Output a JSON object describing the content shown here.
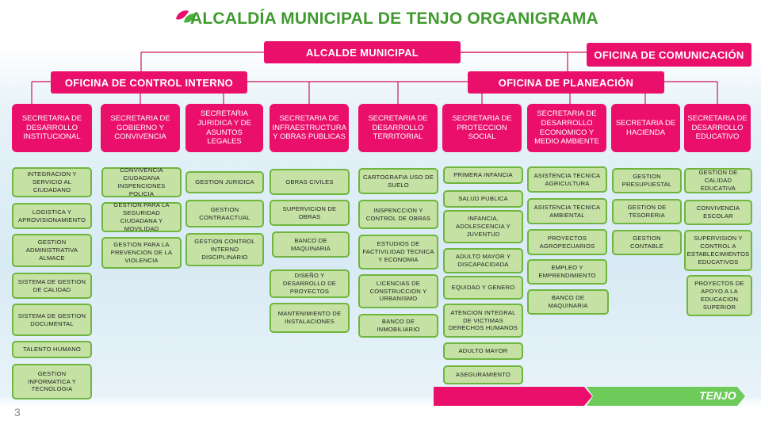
{
  "title": "ALCALDÍA MUNICIPAL DE TENJO ORGANIGRAMA",
  "alcalde": "ALCALDE MUNICIPAL",
  "comunicacion": "OFICINA DE COMUNICACIÓN",
  "control_interno": "OFICINA DE CONTROL INTERNO",
  "planeacion": "OFICINA DE PLANEACIÓN",
  "secretarias": [
    "SECRETARIA DE DESARROLLO INSTITUCIONAL",
    "SECRETARIA DE GOBIERNO Y CONVIVENCIA",
    "SECRETARIA JURIDICA Y DE ASUNTOS LEGALES",
    "SECRETARIA DE INFRAESTRUCTURA Y OBRAS PUBLICAS",
    "SECRETARIA DE DESARROLLO TERRITORIAL",
    "SECRETARIA DE PROTECCION SOCIAL",
    "SECRETARIA DE DESARROLLO ECONOMICO Y MEDIO AMBIENTE",
    "SECRETARIA DE HACIENDA",
    "SECRETARIA DE DESARROLLO EDUCATIVO"
  ],
  "units": [
    [
      "INTEGRACION Y SERVICIO AL CIUDADANO",
      "LOGISTICA Y APROVISIONAMIENTO",
      "GESTION ADMINISTRATIVA ALMACE",
      "SISTEMA DE GESTION DE CALIDAD",
      "SISTEMA DE GESTION DOCUMENTAL",
      "TALENTO HUMANO",
      "GESTION INFORMATICA Y TECNOLOGIA"
    ],
    [
      "CONVIVENCIA CIUDADANA INSPENCIONES POLICIA",
      "GESTION PARA LA SEGURIDAD CIUDADANA Y MOVILIDAD",
      "GESTION PARA LA PREVENCION DE LA VIOLENCIA"
    ],
    [
      "GESTION JURIDICA",
      "GESTION CONTRAACTUAL",
      "GESTION CONTROL INTERNO DISCIPLINARIO"
    ],
    [
      "OBRAS CIVILES",
      "SUPERVICION DE OBRAS",
      "BANCO DE MAQUINARIA",
      "DISEÑO Y DESARROLLO DE PROYECTOS",
      "MANTENIMIENTO DE INSTALACIONES"
    ],
    [
      "CARTOGRAFIA USO DE SUELO",
      "INSPENCCION Y CONTROL DE OBRAS",
      "ESTUDIOS DE FACTIVILIDAD TECNICA Y ECONOMIA",
      "LICENCIAS DE CONSTRUCCION Y URBANISMO",
      "BANCO DE INMOBILIARIO"
    ],
    [
      "PRIMERA INFANCIA",
      "SALUD PUBLICA",
      "INFANCIA, ADOLESCENCIA Y JUVENTUD",
      "ADULTO MAYOR Y DISCAPACIDADA",
      "EQUIDAD Y GENERO",
      "ATENCION INTEGRAL DE VICTIMAS DERECHOS HUMANOS",
      "ADULTO MAYOR",
      "ASEGURAMIENTO"
    ],
    [
      "ASISTENCIA TECNICA AGRICULTURA",
      "ASISTENCIA TECNICA AMBIENTAL",
      "PROYECTOS AGROPECUARIOS",
      "EMPLEO Y EMPRENDIMIENTO",
      "BANCO DE MAQUINARIA"
    ],
    [
      "GESTION PRESUPUESTAL",
      "GESTION DE TESORERIA",
      "GESTION CONTABLE"
    ],
    [
      "GESTION DE CALIDAD EDUCATIVA",
      "CONVIVENCIA ESCOLAR",
      "SUPERVISION Y CONTROL A ESTABLECIMIENTOS EDUCATIVOS",
      "PROYECTOS DE APOYO A LA EDUCACION SUPERIOR"
    ]
  ],
  "logo_text": "TENJO",
  "page_number": "3",
  "colors": {
    "pink": "#ea0f6b",
    "green_fill": "#c5e2a4",
    "green_border": "#6fb53e",
    "title_green": "#3f9a2f"
  }
}
